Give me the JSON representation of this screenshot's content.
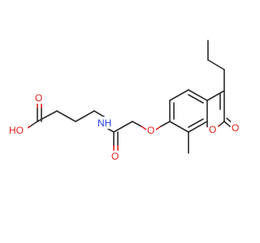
{
  "atoms": {
    "carboxyl_oh": "HO",
    "carboxyl_o": "O",
    "amide_nh": "NH",
    "amide_o": "O",
    "ether_o": "O",
    "ring_o": "O",
    "lactone_o": "O"
  },
  "colors": {
    "oxygen": "#e0201b",
    "nitrogen": "#1f3de0",
    "carbon_bond": "#2a2a2a",
    "background": "#ffffff"
  }
}
